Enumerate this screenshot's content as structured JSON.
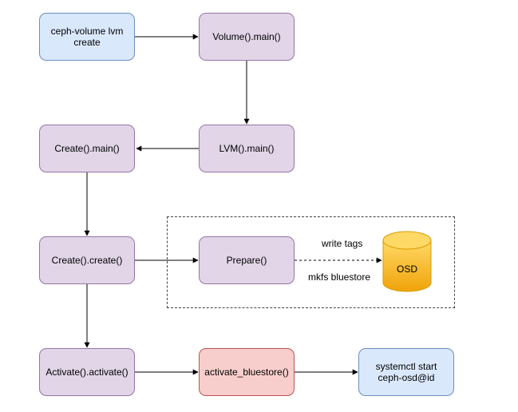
{
  "diagram": {
    "nodes": {
      "ceph_volume_lvm_create": "ceph-volume lvm create",
      "volume_main": "Volume().main()",
      "lvm_main": "LVM().main()",
      "create_main": "Create().main()",
      "create_create": "Create().create()",
      "prepare": "Prepare()",
      "activate_activate": "Activate().activate()",
      "activate_bluestore": "activate_bluestore()",
      "systemctl_start": "systemctl start ceph-osd@id",
      "osd": "OSD"
    },
    "edge_labels": {
      "write_tags": "write tags",
      "mkfs_bluestore": "mkfs bluestore"
    },
    "edges": [
      {
        "from": "ceph_volume_lvm_create",
        "to": "volume_main",
        "style": "solid"
      },
      {
        "from": "volume_main",
        "to": "lvm_main",
        "style": "solid"
      },
      {
        "from": "lvm_main",
        "to": "create_main",
        "style": "solid"
      },
      {
        "from": "create_main",
        "to": "create_create",
        "style": "solid"
      },
      {
        "from": "create_create",
        "to": "prepare",
        "style": "solid"
      },
      {
        "from": "prepare",
        "to": "osd",
        "style": "dashed"
      },
      {
        "from": "create_create",
        "to": "activate_activate",
        "style": "solid"
      },
      {
        "from": "activate_activate",
        "to": "activate_bluestore",
        "style": "solid"
      },
      {
        "from": "activate_bluestore",
        "to": "systemctl_start",
        "style": "solid"
      }
    ],
    "colors": {
      "blue_fill": "#dae8fc",
      "blue_stroke": "#6c8ebf",
      "purple_fill": "#e1d5e7",
      "purple_stroke": "#9673a6",
      "red_fill": "#f8cecc",
      "red_stroke": "#b85450",
      "osd_fill_top": "#ffd966",
      "osd_fill_bottom": "#f0a30a",
      "osd_stroke": "#d79b00"
    }
  }
}
